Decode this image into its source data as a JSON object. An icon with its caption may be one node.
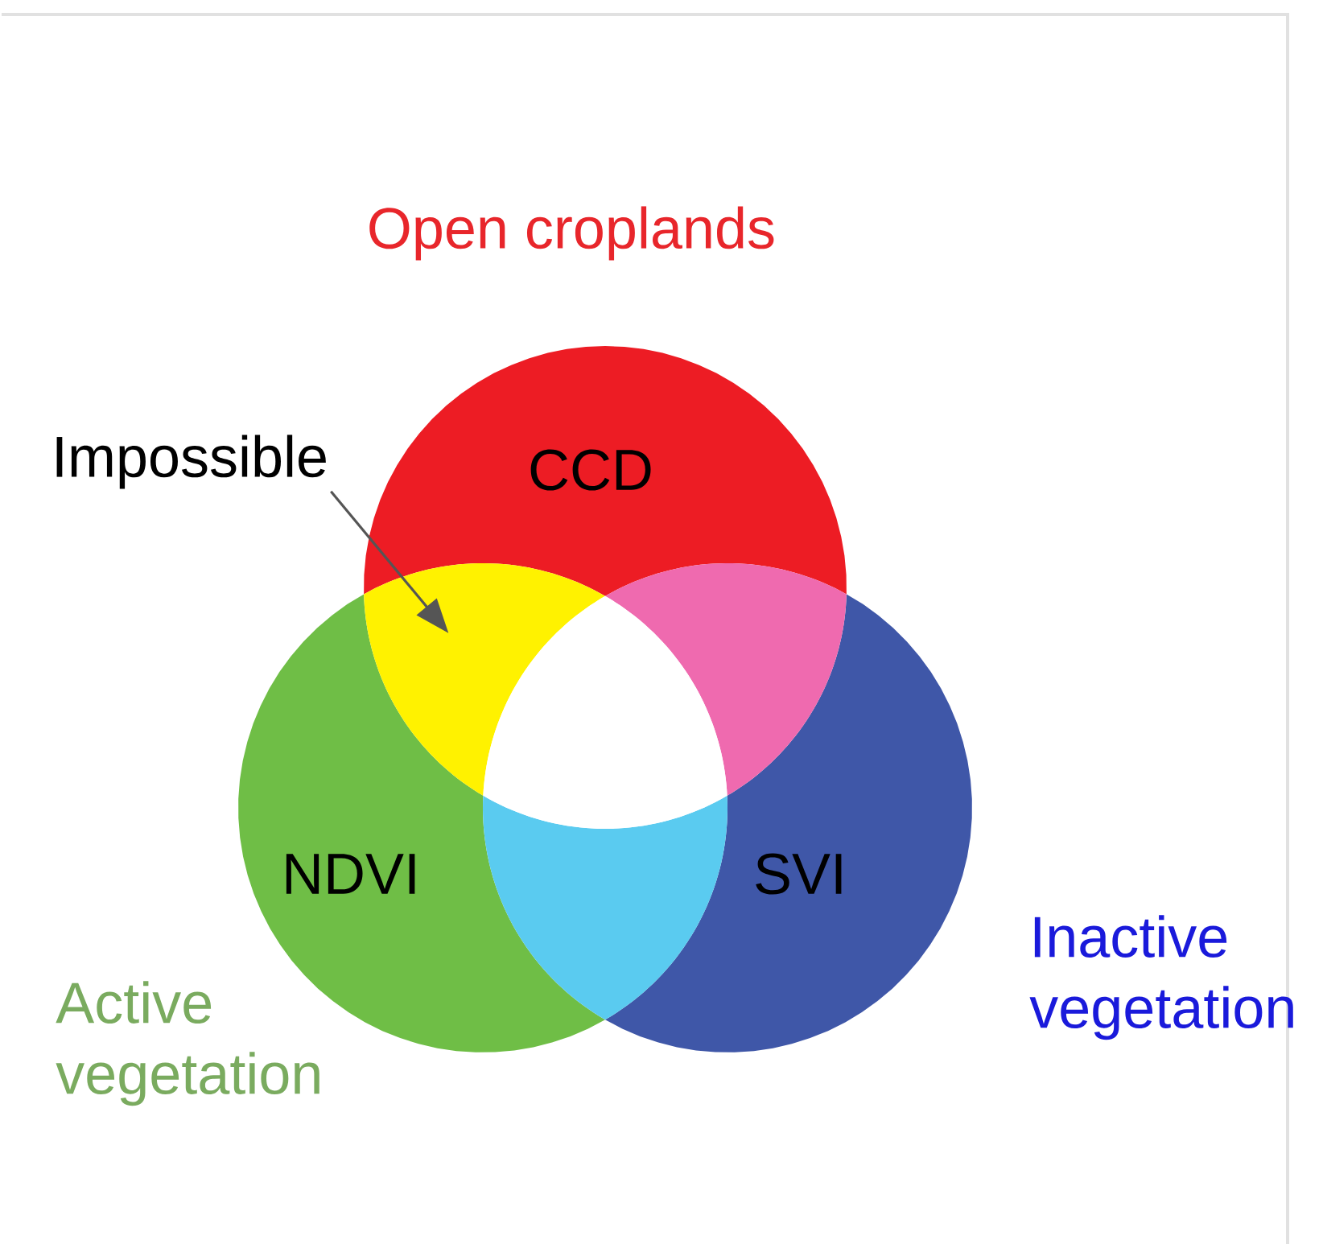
{
  "diagram": {
    "nodes": [
      {
        "text": [
          "CCD"
        ],
        "beside": [
          "Open croplands"
        ]
      },
      {
        "text": [
          "NDVI"
        ],
        "beside": [
          "Active vegetation"
        ]
      },
      {
        "text": [
          "SVI"
        ],
        "beside": [
          "Inactive vegetation"
        ]
      },
      {
        "text": [
          "Impossible"
        ]
      },
      {
        "text": [],
        "shape": "lens"
      },
      {
        "text": [],
        "shape": "lens"
      },
      {
        "text": [],
        "shape": "lens"
      },
      {
        "text": [],
        "shape": "triangle"
      }
    ],
    "edges": [
      {
        "from": 3,
        "to": 4,
        "arrow": "to"
      }
    ]
  }
}
